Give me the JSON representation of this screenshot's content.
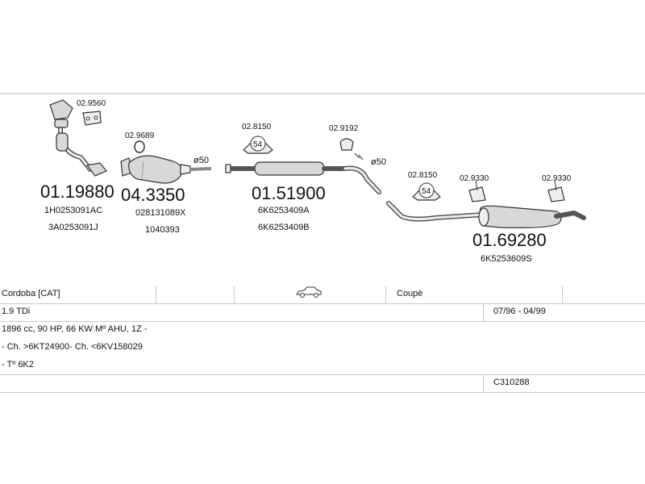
{
  "parts": [
    {
      "id": "p1",
      "number": "01.19880",
      "refs": [
        "1H0253091AC",
        "3A0253091J"
      ],
      "accessory": "02.9560"
    },
    {
      "id": "p2",
      "number": "04.3350",
      "refs": [
        "028131089X",
        "1040393"
      ],
      "accessory": "02.9689",
      "size": "ø50"
    },
    {
      "id": "p3",
      "number": "01.51900",
      "refs": [
        "6K6253409A",
        "6K6253409B"
      ],
      "accessory": "02.8150",
      "accessory_badge": "54"
    },
    {
      "id": "p4",
      "accessory": "02.9192",
      "size": "ø50"
    },
    {
      "id": "p5",
      "number": "01.69280",
      "refs": [
        "6K5253609S"
      ],
      "accessories": [
        "02.8150",
        "02.9330",
        "02.9330"
      ],
      "accessory_badge": "54"
    }
  ],
  "table": {
    "model": "Cordoba  [CAT]",
    "body": "Coupè",
    "engine": "1.9 TDi",
    "dates": "07/96 - 04/99",
    "spec1": "1896 cc, 90 HP, 66 KW Mº AHU, 1Z -",
    "spec2": "- Ch. >6KT24900- Ch. <6KV158029",
    "spec3": "- Tº 6K2",
    "code": "C310288"
  }
}
